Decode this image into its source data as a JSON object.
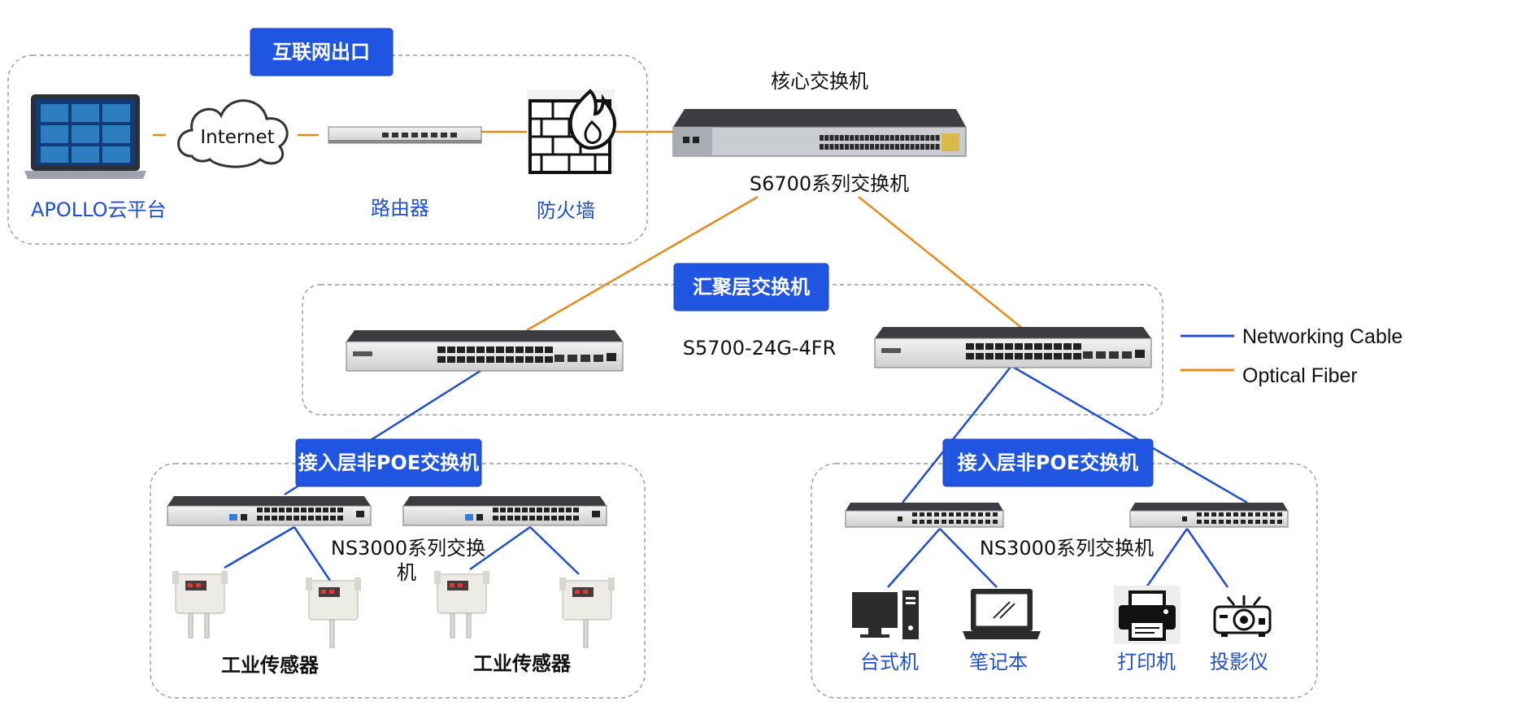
{
  "sections": {
    "internet_exit": "互联网出口",
    "aggregation": "汇聚层交换机",
    "access_left": "接入层非POE交换机",
    "access_right": "接入层非POE交换机"
  },
  "labels": {
    "core_switch_title": "核心交换机",
    "core_switch_model": "S6700系列交换机",
    "agg_switch_model": "S5700-24G-4FR",
    "apollo": "APOLLO云平台",
    "internet": "Internet",
    "router": "路由器",
    "firewall": "防火墙",
    "ns3000_left_1": "NS3000系列交换",
    "ns3000_left_2": "机",
    "ns3000_right": "NS3000系列交换机",
    "sensor_left": "工业传感器",
    "sensor_right": "工业传感器",
    "desktop": "台式机",
    "laptop": "笔记本",
    "printer": "打印机",
    "projector": "投影仪"
  },
  "legend": [
    {
      "label": "Networking Cable",
      "color": "#1f4fd1"
    },
    {
      "label": "Optical Fiber",
      "color": "#e58a1b"
    }
  ],
  "colors": {
    "networking_cable": "#1f4fd1",
    "optical_fiber": "#e58a1b",
    "badge": "#1f55e0",
    "label_blue": "#1f4fd1"
  },
  "icons": [
    "laptop-icon",
    "cloud-icon",
    "router-icon",
    "firewall-icon",
    "core-switch-icon",
    "agg-switch-icon",
    "access-switch-icon",
    "sensor-icon",
    "desktop-icon",
    "printer-icon",
    "projector-icon"
  ]
}
